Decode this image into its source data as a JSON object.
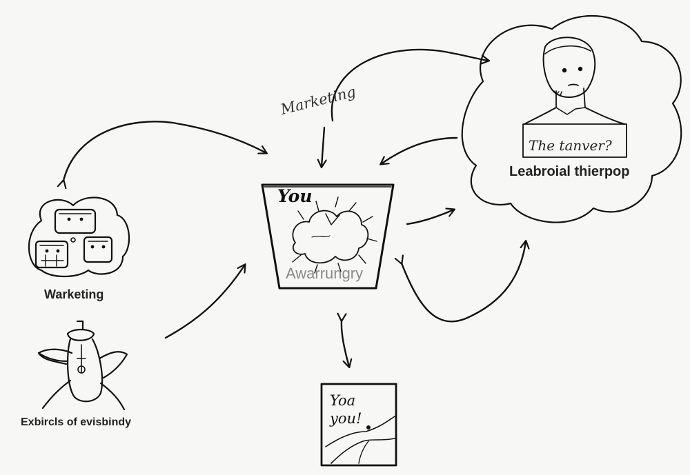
{
  "nodes": {
    "marketing_label": "Marketing",
    "you": {
      "title": "You",
      "caption": "Awarrungry"
    },
    "audience": {
      "sign": "The tanver?",
      "caption": "Leabroial thierpop"
    },
    "warketing": {
      "caption": "Warketing"
    },
    "exbircls": {
      "caption": "Exbircls of evisbindy"
    },
    "map": {
      "line1": "Yoa",
      "line2": "you!"
    }
  },
  "colors": {
    "ink": "#111111",
    "background": "#f7f7f5",
    "faded_text": "#8a8a8a"
  }
}
